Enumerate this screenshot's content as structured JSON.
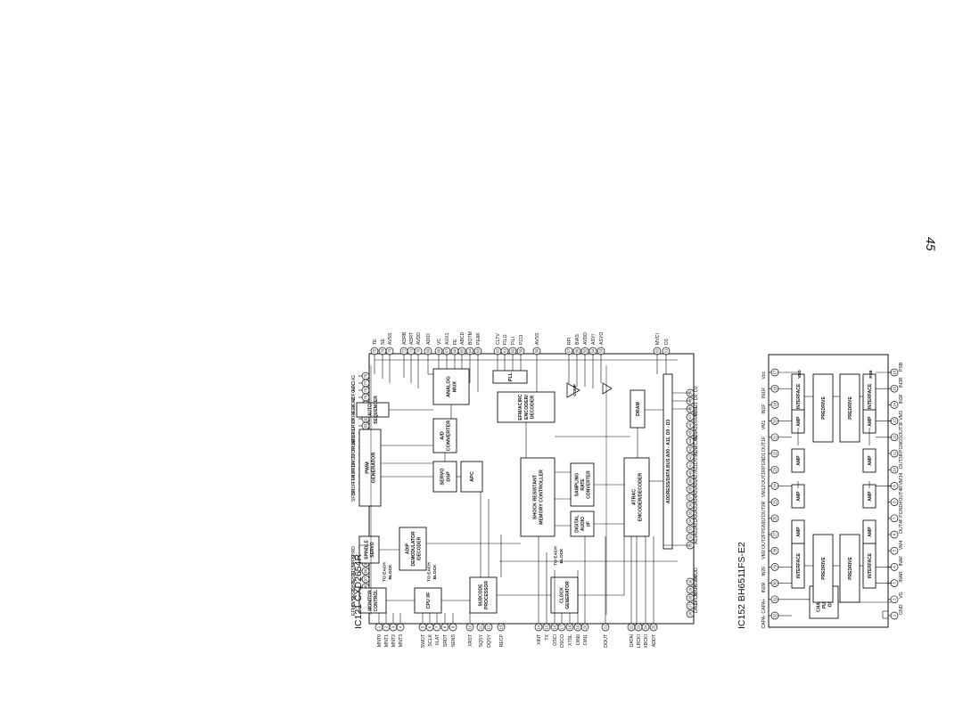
{
  "page_number": "45",
  "ic121": {
    "caption": "IC121  CXD2654R",
    "blocks": {
      "analog_mux": [
        "ANALOG",
        "MUX"
      ],
      "ad_converter": [
        "A/D",
        "CONVERTER"
      ],
      "servo_dsp": [
        "SERVO",
        "DSP"
      ],
      "apc": [
        "APC"
      ],
      "pwm_generator": [
        "PWM",
        "GENERATOR"
      ],
      "auto_sequencer": [
        "AUTO",
        "SEQUENCER"
      ],
      "pll": [
        "PLL"
      ],
      "comp": [
        "COMP"
      ],
      "efm_decoder": [
        "EFM/ACIRC",
        "ENCODER/",
        "DECODER"
      ],
      "dram": [
        "DRAM"
      ],
      "shock_memory": [
        "SHOCK RESISTANT",
        "MEMORY CONTROLLER"
      ],
      "sampling_rate": [
        "SAMPLING",
        "RATE",
        "CONVERTER"
      ],
      "digital_audio": [
        "DIGITAL",
        "AUDIO",
        "I/F"
      ],
      "atrac": [
        "ATRAC",
        "ENCODER/DECODER"
      ],
      "address_bus": "ADDRESS/DATA BUS A00 - A11, D0 - D3",
      "spindle_servo": [
        "SPINDLE",
        "SERVO"
      ],
      "adip": [
        "ADIP",
        "DEMODULATOR",
        "/DECODER"
      ],
      "monitor_control": [
        "MONITOR",
        "CONTROL"
      ],
      "cpu_if": [
        "CPU I/F"
      ],
      "subcode": [
        "SUBCODE",
        "PROCESSOR"
      ],
      "clock_gen": [
        "CLOCK",
        "GENERATOR"
      ],
      "to_each_block_1": [
        "TO EACH",
        "BLOCK"
      ],
      "to_each_block_2": [
        "TO EACH",
        "BLOCK"
      ],
      "to_each_block_3": [
        "TO EACH",
        "BLOCK"
      ]
    },
    "top_pins": [
      {
        "n": "75",
        "label": "TE"
      },
      {
        "n": "74",
        "label": "SE"
      },
      {
        "n": "73",
        "label": "AVSS"
      },
      {
        "n": "72",
        "label": "ADRB"
      },
      {
        "n": "71",
        "label": "ADRT"
      },
      {
        "n": "70",
        "label": "AVDD"
      },
      {
        "n": "69",
        "label": "ADIO"
      },
      {
        "n": "68",
        "label": "VC"
      },
      {
        "n": "67",
        "label": "AUX1"
      },
      {
        "n": "66",
        "label": "FE"
      },
      {
        "n": "65",
        "label": "ABCD"
      },
      {
        "n": "64",
        "label": "BOTM"
      },
      {
        "n": "63",
        "label": "PEAK"
      },
      {
        "n": "62",
        "label": "CLTV"
      },
      {
        "n": "61",
        "label": "FILO"
      },
      {
        "n": "60",
        "label": "FILI"
      },
      {
        "n": "59",
        "label": "PCO"
      },
      {
        "n": "58",
        "label": "AVSS"
      },
      {
        "n": "57",
        "label": "RFI"
      },
      {
        "n": "56",
        "label": "BIAS"
      },
      {
        "n": "55",
        "label": "AVDD"
      },
      {
        "n": "54",
        "label": "ASYI"
      },
      {
        "n": "53",
        "label": "ASYO"
      },
      {
        "n": "52",
        "label": "MVCI"
      },
      {
        "n": "51",
        "label": "D3"
      }
    ],
    "left_pins": [
      {
        "n": "76",
        "label": "DCHG"
      },
      {
        "n": "77",
        "label": "APC"
      },
      {
        "n": "78",
        "label": "ADFG"
      },
      {
        "n": "79",
        "label": "FOCNT"
      },
      {
        "n": "80",
        "label": "XLRF"
      },
      {
        "n": "81",
        "label": "CKRF"
      },
      {
        "n": "82",
        "label": "DTRF"
      },
      {
        "n": "83",
        "label": "APCREF"
      },
      {
        "n": "84",
        "label": "LDDR"
      },
      {
        "n": "85",
        "label": "TRDR"
      },
      {
        "n": "86",
        "label": "TFDR"
      },
      {
        "n": "87",
        "label": "DVDD"
      },
      {
        "n": "88",
        "label": "FFDR"
      },
      {
        "n": "89",
        "label": "FRDR"
      },
      {
        "n": "90",
        "label": "FS4"
      },
      {
        "n": "91",
        "label": "SRDR"
      },
      {
        "n": "92",
        "label": "SFDR"
      },
      {
        "n": "93",
        "label": "SPRD"
      },
      {
        "n": "94",
        "label": "SPFD"
      },
      {
        "n": "95",
        "label": "TEST0"
      },
      {
        "n": "96",
        "label": "TEST1"
      },
      {
        "n": "97",
        "label": "TEST2"
      },
      {
        "n": "98",
        "label": "TEST3"
      },
      {
        "n": "99",
        "label": "DVSS"
      },
      {
        "n": "100",
        "label": "EFMO"
      }
    ],
    "bottom_pins": [
      {
        "n": "1",
        "label": "MNT0"
      },
      {
        "n": "2",
        "label": "MNT1"
      },
      {
        "n": "3",
        "label": "MNT2"
      },
      {
        "n": "4",
        "label": "MNT3"
      },
      {
        "n": "5",
        "label": "SWDT"
      },
      {
        "n": "6",
        "label": "SCLK"
      },
      {
        "n": "7",
        "label": "XLAT"
      },
      {
        "n": "8",
        "label": "SRDT"
      },
      {
        "n": "9",
        "label": "SENS"
      },
      {
        "n": "10",
        "label": "XRST"
      },
      {
        "n": "11",
        "label": "SQSY"
      },
      {
        "n": "12",
        "label": "DQSY"
      },
      {
        "n": "13",
        "label": "RECP"
      },
      {
        "n": "14",
        "label": "XINT"
      },
      {
        "n": "15",
        "label": "TX"
      },
      {
        "n": "16",
        "label": "OSCI"
      },
      {
        "n": "17",
        "label": "OSCO"
      },
      {
        "n": "18",
        "label": "XTSL"
      },
      {
        "n": "19",
        "label": "DIN0"
      },
      {
        "n": "20",
        "label": "DIN1"
      },
      {
        "n": "21",
        "label": "DOUT"
      },
      {
        "n": "22",
        "label": "DATAI"
      },
      {
        "n": "23",
        "label": "LRCKI"
      },
      {
        "n": "24",
        "label": "XBCKI"
      },
      {
        "n": "25",
        "label": "ADDT"
      }
    ],
    "right_pins": [
      {
        "n": "26",
        "label": "DADT"
      },
      {
        "n": "27",
        "label": "LRCK"
      },
      {
        "n": "28",
        "label": "XBCK"
      },
      {
        "n": "29",
        "label": "FS256"
      },
      {
        "n": "30",
        "label": "DVDD"
      },
      {
        "n": "31",
        "label": "A03"
      },
      {
        "n": "32",
        "label": "A02"
      },
      {
        "n": "33",
        "label": "A01"
      },
      {
        "n": "34",
        "label": "A00"
      },
      {
        "n": "35",
        "label": "A10"
      },
      {
        "n": "36",
        "label": "A04"
      },
      {
        "n": "37",
        "label": "A05"
      },
      {
        "n": "38",
        "label": "A06"
      },
      {
        "n": "39",
        "label": "A07"
      },
      {
        "n": "40",
        "label": "A11"
      },
      {
        "n": "41",
        "label": "DVSS"
      },
      {
        "n": "42",
        "label": "XOE"
      },
      {
        "n": "43",
        "label": "XCAS"
      },
      {
        "n": "44",
        "label": "A08"
      },
      {
        "n": "45",
        "label": "A09"
      },
      {
        "n": "46",
        "label": "XRAS"
      },
      {
        "n": "47",
        "label": "XWE"
      },
      {
        "n": "48",
        "label": "D1"
      },
      {
        "n": "49",
        "label": "D0"
      },
      {
        "n": "50",
        "label": "D2"
      }
    ]
  },
  "ic152": {
    "caption": "IC152  BH6511FS-E2",
    "blocks": {
      "charge_pump": [
        "CHARGE",
        "PUMP",
        "OSC"
      ],
      "interface": "INTERFACE",
      "predrive": "PREDRIVE",
      "amp": "AMP",
      "vdd_small": "VDD",
      "psb_small": "PSB"
    },
    "left_pins": [
      {
        "n": "1",
        "label": "GND"
      },
      {
        "n": "2",
        "label": "VG"
      },
      {
        "n": "3",
        "label": "INAR"
      },
      {
        "n": "4",
        "label": "INAF"
      },
      {
        "n": "5",
        "label": "VM4"
      },
      {
        "n": "6",
        "label": "OUT4F"
      },
      {
        "n": "7",
        "label": "PGND4"
      },
      {
        "n": "8",
        "label": "OUT4R"
      },
      {
        "n": "9",
        "label": "VM34"
      },
      {
        "n": "10",
        "label": "OUT3R"
      },
      {
        "n": "11",
        "label": "PGND3"
      },
      {
        "n": "12",
        "label": "OUT3F"
      },
      {
        "n": "13",
        "label": "VM3"
      },
      {
        "n": "14",
        "label": "IN3F"
      },
      {
        "n": "15",
        "label": "IN3R"
      },
      {
        "n": "16",
        "label": "PSB"
      }
    ],
    "right_pins": [
      {
        "n": "32",
        "label": "CAPA-"
      },
      {
        "n": "31",
        "label": "CAPA+"
      },
      {
        "n": "30",
        "label": "IN2R"
      },
      {
        "n": "29",
        "label": "IN2F"
      },
      {
        "n": "28",
        "label": "VM2"
      },
      {
        "n": "27",
        "label": "OUT2F"
      },
      {
        "n": "26",
        "label": "PGND2"
      },
      {
        "n": "25",
        "label": "OUT2R"
      },
      {
        "n": "24",
        "label": "VM12"
      },
      {
        "n": "23",
        "label": "OUT1R"
      },
      {
        "n": "22",
        "label": "PGND1"
      },
      {
        "n": "21",
        "label": "OUT1F"
      },
      {
        "n": "20",
        "label": "VM1"
      },
      {
        "n": "19",
        "label": "IN1F"
      },
      {
        "n": "18",
        "label": "IN1R"
      },
      {
        "n": "17",
        "label": "Vcc"
      }
    ]
  }
}
